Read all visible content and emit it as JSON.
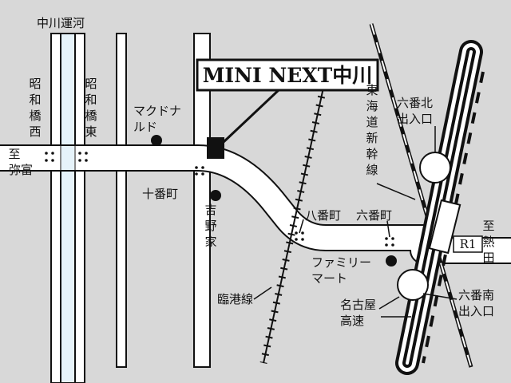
{
  "map": {
    "canal": "中川運河",
    "store": "MINI NEXT中川",
    "bridge_west": "昭和橋西",
    "bridge_east": "昭和橋東",
    "to_yatomi": "至弥富",
    "mcdonalds": "マクドナルド",
    "jubancho": "十番町",
    "yoshinoya": "吉野家",
    "hachibancho": "八番町",
    "rokubancho": "六番町",
    "familymart": "ファミリーマート",
    "rinko_line": "臨港線",
    "shinkansen": "東海道新幹線",
    "north_exit": "六番北出入口",
    "south_exit": "六番南出入口",
    "nagoya_expressway": "名古屋高速",
    "route": "R1",
    "to_atsuta": "至熱田"
  },
  "colors": {
    "background": "#d8d8d8",
    "road": "#ffffff",
    "canal": "#e6f3fa",
    "ink": "#111111"
  }
}
